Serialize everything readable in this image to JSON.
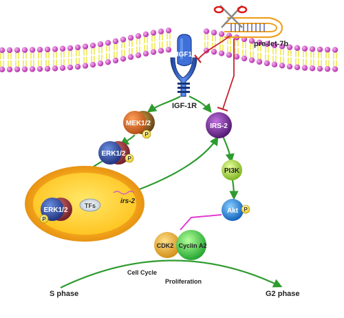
{
  "labels": {
    "igf1": "IGF1",
    "igf1r": "IGF-1R",
    "pre_let7b": "pre-let-7b",
    "mek": "MEK1/2",
    "erk_cyto": "ERK1/2",
    "erk_nuc": "ERK1/2",
    "tfs": "TFs",
    "irs2_gene": "irs-2",
    "irs2": "IRS-2",
    "pi3k": "PI3K",
    "akt": "Akt",
    "cdk2": "CDK2",
    "cyclin": "Cyclin A2",
    "phospho": "P",
    "cell_cycle": "Cell Cycle",
    "proliferation": "Proliferation",
    "s_phase": "S phase",
    "g2_phase": "G2 phase"
  },
  "colors": {
    "arrow_green": "#2e9b2e",
    "inhibit_red": "#c8202a",
    "membrane_bead": "#d84fd0",
    "membrane_tail": "#f0e84a",
    "receptor_blue": "#3d6fd0",
    "nucleus_outer": "#f4a21b",
    "nucleus_inner": "#ffd23a",
    "irs2_purple": "#8a2fb0",
    "pi3k_green": "#b6e23c",
    "akt_blue": "#1a8fe8",
    "phospho_yellow": "#f6e23a",
    "cdk2_orange": "#f2a81c",
    "cyclin_green": "#3fd04f",
    "link_magenta": "#e23bd0"
  }
}
